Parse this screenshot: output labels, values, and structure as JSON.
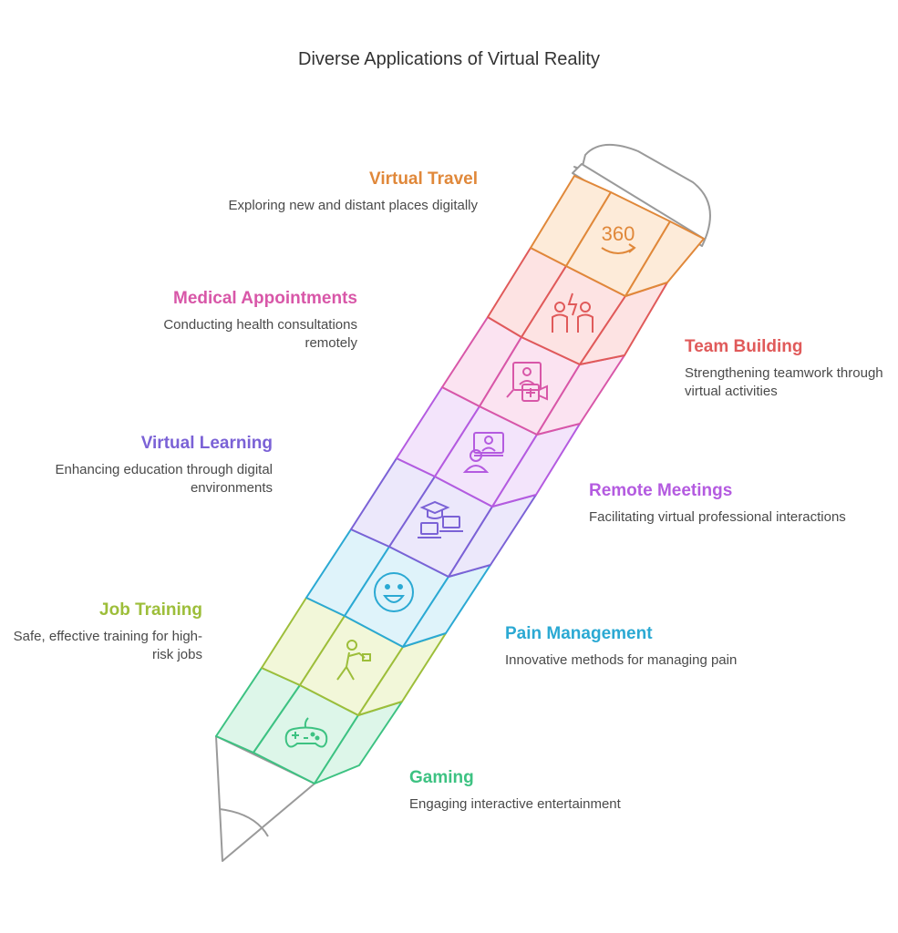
{
  "title": "Diverse Applications of Virtual Reality",
  "items": [
    {
      "title": "Virtual Travel",
      "desc": "Exploring new and distant places digitally",
      "color": "#E0883A",
      "fill": "#FDEBD9",
      "icon": "360-icon"
    },
    {
      "title": "Team Building",
      "desc": "Strengthening teamwork through virtual activities",
      "color": "#E05A5A",
      "fill": "#FDE3E3",
      "icon": "team-icon"
    },
    {
      "title": "Medical Appointments",
      "desc": "Conducting health consultations remotely",
      "color": "#D857A8",
      "fill": "#FBE3F1",
      "icon": "telemedicine-icon"
    },
    {
      "title": "Remote Meetings",
      "desc": "Facilitating virtual professional interactions",
      "color": "#B45BE0",
      "fill": "#F3E4FB",
      "icon": "video-meeting-icon"
    },
    {
      "title": "Virtual Learning",
      "desc": "Enhancing education through digital environments",
      "color": "#7B62D6",
      "fill": "#ECE8FB",
      "icon": "e-learning-icon"
    },
    {
      "title": "Pain Management",
      "desc": "Innovative methods for managing pain",
      "color": "#2BA9D3",
      "fill": "#DFF3FA",
      "icon": "smile-icon"
    },
    {
      "title": "Job Training",
      "desc": "Safe, effective training for high-risk jobs",
      "color": "#9DBE3A",
      "fill": "#F2F7D9",
      "icon": "worker-icon"
    },
    {
      "title": "Gaming",
      "desc": "Engaging interactive entertainment",
      "color": "#3DC282",
      "fill": "#DDF6E9",
      "icon": "gamepad-icon"
    }
  ],
  "icon_text": {
    "deg": "360"
  }
}
